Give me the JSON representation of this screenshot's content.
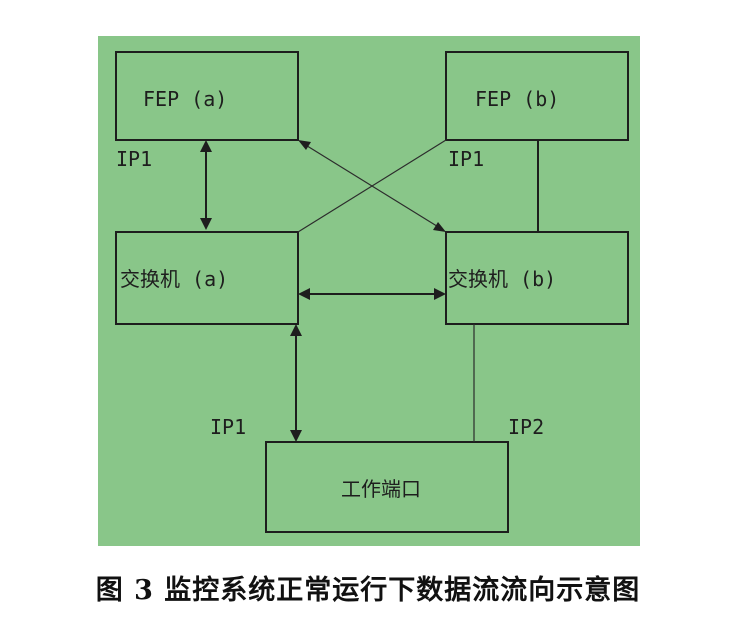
{
  "diagram": {
    "nodes": {
      "fep_a": "FEP (a)",
      "fep_b": "FEP (b)",
      "switch_a": "交换机 (a)",
      "switch_b": "交换机 (b)",
      "workstation": "工作端口"
    },
    "ip_labels": {
      "fep_a_ip1": "IP1",
      "fep_b_ip1": "IP1",
      "workstation_ip1": "IP1",
      "workstation_ip2": "IP2"
    },
    "background_color": "#89c689"
  },
  "caption": "图 3  监控系统正常运行下数据流流向示意图"
}
